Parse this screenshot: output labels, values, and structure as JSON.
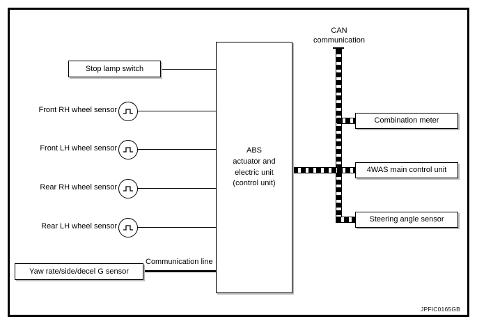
{
  "diagram": {
    "title_code": "JPFIC0165GB",
    "center_unit": {
      "lines": [
        "ABS",
        "actuator and",
        "electric unit",
        "(control unit)"
      ]
    },
    "can_label": {
      "line1": "CAN",
      "line2": "communication"
    },
    "communication_line_label": "Communication line",
    "left_inputs": [
      {
        "label": "Stop lamp switch",
        "type": "box"
      },
      {
        "label": "Front RH wheel sensor",
        "type": "sensor"
      },
      {
        "label": "Front LH wheel sensor",
        "type": "sensor"
      },
      {
        "label": "Rear RH wheel sensor",
        "type": "sensor"
      },
      {
        "label": "Rear LH wheel sensor",
        "type": "sensor"
      },
      {
        "label": "Yaw rate/side/decel G sensor",
        "type": "box"
      }
    ],
    "can_nodes": [
      {
        "label": "Combination meter"
      },
      {
        "label": "4WAS main control unit"
      },
      {
        "label": "Steering angle sensor"
      }
    ],
    "colors": {
      "line": "#000000",
      "background": "#ffffff",
      "shadow": "#b9b9b9"
    }
  }
}
